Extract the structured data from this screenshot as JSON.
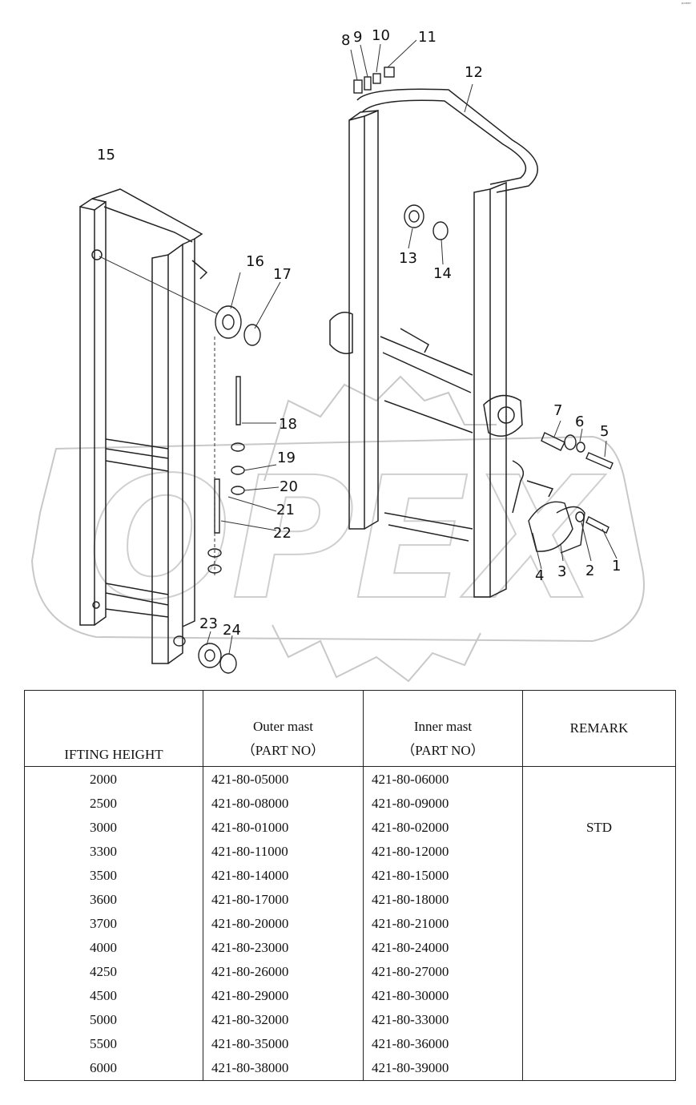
{
  "corner_mark": "ᵖᵒʷᵉʳ",
  "callouts": [
    "1",
    "2",
    "3",
    "4",
    "5",
    "6",
    "7",
    "8",
    "9",
    "10",
    "11",
    "12",
    "13",
    "14",
    "15",
    "16",
    "17",
    "18",
    "19",
    "20",
    "21",
    "22",
    "23",
    "24"
  ],
  "watermark": "OPEX",
  "table": {
    "headers": {
      "height": "IFTING HEIGHT",
      "outer_title": "Outer mast",
      "outer_sub": "（PART NO）",
      "inner_title": "Inner mast",
      "inner_sub": "（PART NO）",
      "remark": "REMARK"
    },
    "heights": [
      "2000",
      "2500",
      "3000",
      "3300",
      "3500",
      "3600",
      "3700",
      "4000",
      "4250",
      "4500",
      "5000",
      "5500",
      "6000"
    ],
    "outer": [
      "421-80-05000",
      "421-80-08000",
      "421-80-01000",
      "421-80-11000",
      "421-80-14000",
      "421-80-17000",
      "421-80-20000",
      "421-80-23000",
      "421-80-26000",
      "421-80-29000",
      "421-80-32000",
      "421-80-35000",
      "421-80-38000"
    ],
    "inner": [
      "421-80-06000",
      "421-80-09000",
      "421-80-02000",
      "421-80-12000",
      "421-80-15000",
      "421-80-18000",
      "421-80-21000",
      "421-80-24000",
      "421-80-27000",
      "421-80-30000",
      "421-80-33000",
      "421-80-36000",
      "421-80-39000"
    ],
    "remarks": [
      "",
      "",
      "STD",
      "",
      "",
      "",
      "",
      "",
      "",
      "",
      "",
      "",
      ""
    ]
  }
}
